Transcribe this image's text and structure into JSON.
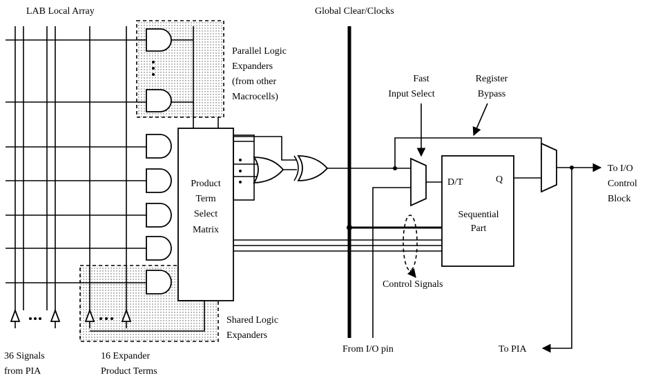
{
  "labels": {
    "lab_local_array": "LAB Local Array",
    "global_clear_clocks": "Global Clear/Clocks",
    "parallel_logic_expanders": [
      "Parallel Logic",
      "Expanders",
      "(from other",
      "Macrocells)"
    ],
    "fast_input_select": [
      "Fast",
      "Input Select"
    ],
    "register_bypass": [
      "Register",
      "Bypass"
    ],
    "product_term_select_matrix": [
      "Product",
      "Term",
      "Select",
      "Matrix"
    ],
    "dt": "D/T",
    "q": "Q",
    "sequential_part": [
      "Sequential",
      "Part"
    ],
    "to_io_control_block": [
      "To I/O",
      "Control",
      "Block"
    ],
    "control_signals": "Control Signals",
    "shared_logic_expanders": [
      "Shared Logic",
      "Expanders"
    ],
    "signals_from_pia": [
      "36 Signals",
      "from PIA"
    ],
    "expander_product_terms": [
      "16 Expander",
      "Product Terms"
    ],
    "from_io_pin": "From I/O pin",
    "to_pia": "To PIA"
  }
}
